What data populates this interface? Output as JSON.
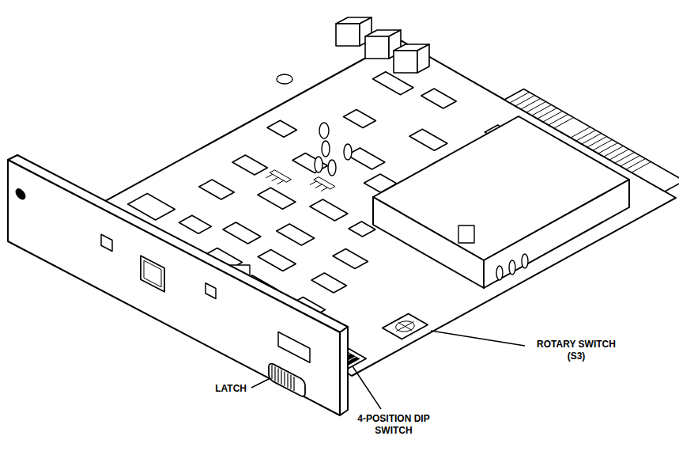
{
  "diagram": {
    "labels": [
      "ROTARY SWITCH (S3)",
      "LATCH",
      "4-POSITION DIP SWITCH"
    ]
  }
}
